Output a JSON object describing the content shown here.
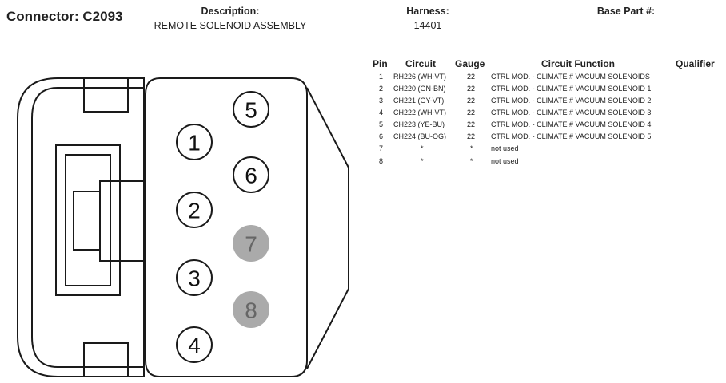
{
  "header": {
    "connector_label": "Connector: C2093",
    "description_label": "Description:",
    "description_value": "REMOTE SOLENOID ASSEMBLY",
    "harness_label": "Harness:",
    "harness_value": "14401",
    "base_part_label": "Base Part #:",
    "base_part_value": ""
  },
  "connector": {
    "pins": [
      {
        "number": "1",
        "used": true
      },
      {
        "number": "2",
        "used": true
      },
      {
        "number": "3",
        "used": true
      },
      {
        "number": "4",
        "used": true
      },
      {
        "number": "5",
        "used": true
      },
      {
        "number": "6",
        "used": true
      },
      {
        "number": "7",
        "used": false
      },
      {
        "number": "8",
        "used": false
      }
    ],
    "colors": {
      "outline": "#1a1a1a",
      "unused_pin_fill": "#aaaaaa"
    }
  },
  "table": {
    "columns": {
      "pin": "Pin",
      "circuit": "Circuit",
      "gauge": "Gauge",
      "function": "Circuit Function",
      "qualifier": "Qualifier"
    },
    "rows": [
      {
        "pin": "1",
        "circuit": "RH226 (WH-VT)",
        "gauge": "22",
        "function": "CTRL MOD. - CLIMATE # VACUUM SOLENOIDS",
        "qualifier": ""
      },
      {
        "pin": "2",
        "circuit": "CH220 (GN-BN)",
        "gauge": "22",
        "function": "CTRL MOD. - CLIMATE # VACUUM SOLENOID 1",
        "qualifier": ""
      },
      {
        "pin": "3",
        "circuit": "CH221 (GY-VT)",
        "gauge": "22",
        "function": "CTRL MOD. - CLIMATE # VACUUM SOLENOID 2",
        "qualifier": ""
      },
      {
        "pin": "4",
        "circuit": "CH222 (WH-VT)",
        "gauge": "22",
        "function": "CTRL MOD. - CLIMATE # VACUUM SOLENOID 3",
        "qualifier": ""
      },
      {
        "pin": "5",
        "circuit": "CH223 (YE-BU)",
        "gauge": "22",
        "function": "CTRL MOD. - CLIMATE # VACUUM SOLENOID 4",
        "qualifier": ""
      },
      {
        "pin": "6",
        "circuit": "CH224 (BU-OG)",
        "gauge": "22",
        "function": "CTRL MOD. - CLIMATE # VACUUM SOLENOID 5",
        "qualifier": ""
      },
      {
        "pin": "7",
        "circuit": "*",
        "gauge": "*",
        "function": "not used",
        "qualifier": ""
      },
      {
        "pin": "8",
        "circuit": "*",
        "gauge": "*",
        "function": "not used",
        "qualifier": ""
      }
    ]
  }
}
